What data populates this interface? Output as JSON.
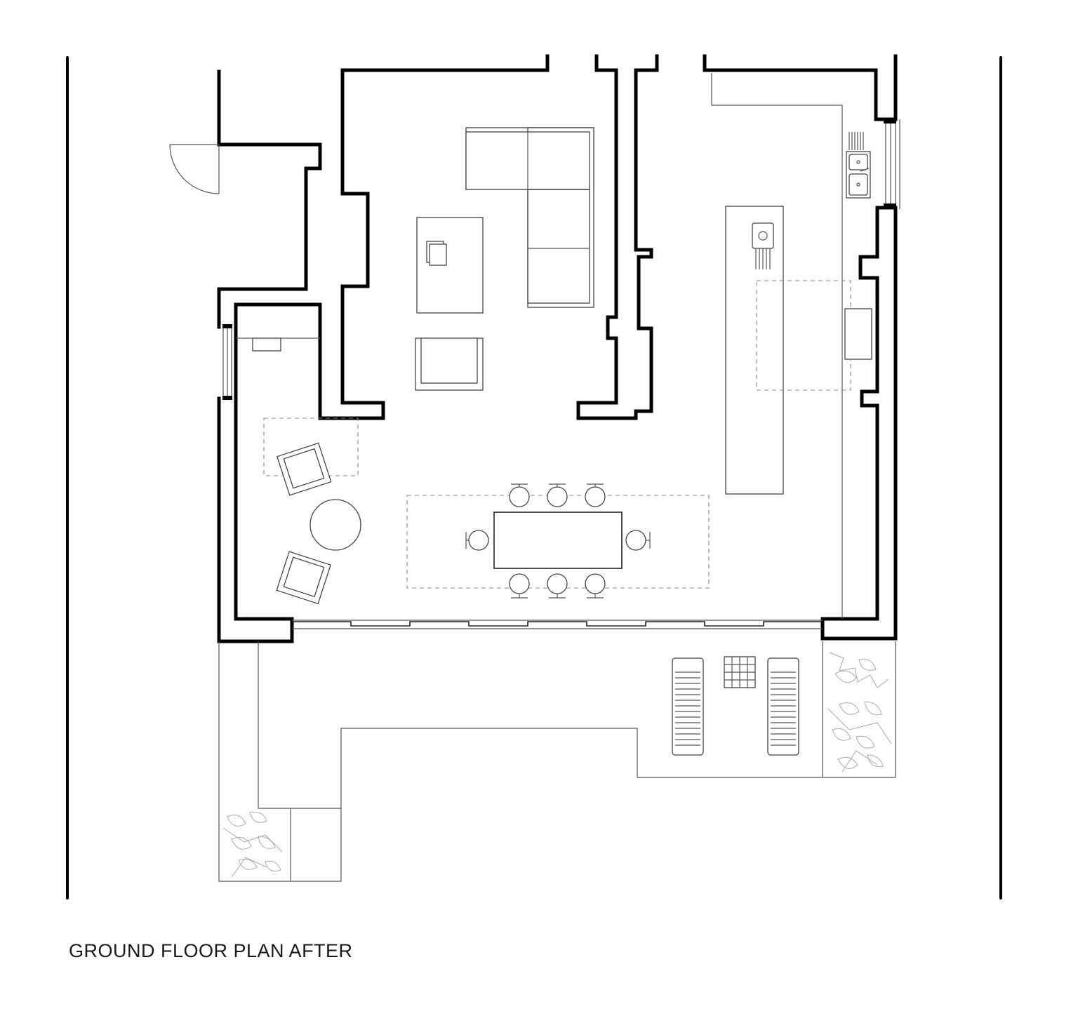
{
  "caption": "GROUND FLOOR PLAN AFTER",
  "colors": {
    "wall": "#000000",
    "furniture": "#444444",
    "background": "#ffffff"
  },
  "rooms": [
    "living-room",
    "kitchen",
    "dining-area",
    "sitting-area",
    "entrance-hall",
    "garden-patio"
  ]
}
